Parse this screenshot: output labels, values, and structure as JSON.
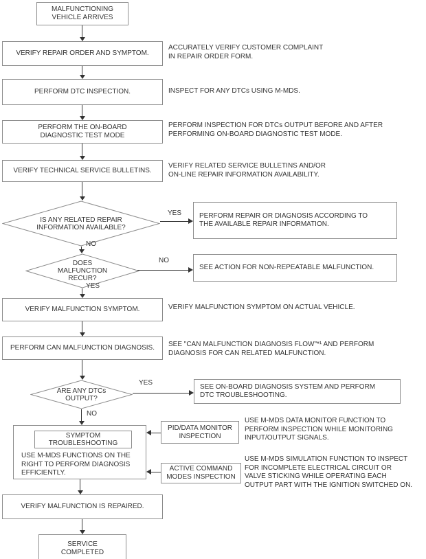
{
  "colors": {
    "border": "#8c8c8c",
    "line": "#333333",
    "text": "#333333",
    "bg": "#ffffff"
  },
  "flow": {
    "nodes": {
      "start": "MALFUNCTIONING\nVEHICLE ARRIVES",
      "verify_repair_order": "VERIFY REPAIR ORDER AND SYMPTOM.",
      "perform_dtc_inspection": "PERFORM DTC INSPECTION.",
      "on_board_test": "PERFORM THE ON-BOARD\nDIAGNOSTIC TEST MODE",
      "verify_bulletins": "VERIFY TECHNICAL SERVICE BULLETINS.",
      "decision_repair_info": "IS ANY RELATED REPAIR\nINFORMATION AVAILABLE?",
      "decision_recur": "DOES\nMALFUNCTION\nRECUR?",
      "verify_symptom": "VERIFY MALFUNCTION SYMPTOM.",
      "can_diagnosis": "PERFORM CAN MALFUNCTION DIAGNOSIS.",
      "decision_dtcs": "ARE ANY DTCs\nOUTPUT?",
      "symptom_troubleshooting_title": "SYMPTOM\nTROUBLESHOOTING",
      "symptom_troubleshooting_body": "USE M-MDS FUNCTIONS ON THE\nRIGHT TO PERFORM DIAGNOSIS\nEFFICIENTLY.",
      "pid_monitor": "PID/DATA MONITOR\nINSPECTION",
      "active_command": "ACTIVE COMMAND\nMODES INSPECTION",
      "repair_per_info": "PERFORM REPAIR OR DIAGNOSIS ACCORDING TO\nTHE AVAILABLE REPAIR INFORMATION.",
      "non_repeatable": "SEE ACTION FOR NON-REPEATABLE MALFUNCTION.",
      "dtc_troubleshooting": "SEE ON-BOARD DIAGNOSIS SYSTEM AND PERFORM\nDTC TROUBLESHOOTING.",
      "verify_repaired": "VERIFY MALFUNCTION IS REPAIRED.",
      "end": "SERVICE\nCOMPLETED"
    },
    "notes": {
      "repair_order": "ACCURATELY VERIFY CUSTOMER COMPLAINT\nIN REPAIR ORDER FORM.",
      "dtc_inspection": "INSPECT FOR ANY DTCs USING M-MDS.",
      "on_board_test": "PERFORM INSPECTION FOR DTCs OUTPUT BEFORE AND AFTER\nPERFORMING ON-BOARD DIAGNOSTIC TEST MODE.",
      "bulletins": "VERIFY RELATED SERVICE BULLETINS AND/OR\nON-LINE REPAIR INFORMATION AVAILABILITY.",
      "verify_symptom": "VERIFY MALFUNCTION SYMPTOM ON ACTUAL VEHICLE.",
      "can_diagnosis": "SEE \"CAN MALFUNCTION DIAGNOSIS FLOW\"*¹ AND PERFORM\nDIAGNOSIS FOR CAN RELATED MALFUNCTION.",
      "pid_monitor": "USE M-MDS DATA MONITOR FUNCTION TO\nPERFORM INSPECTION WHILE MONITORING\nINPUT/OUTPUT SIGNALS.",
      "active_command": "USE M-MDS SIMULATION FUNCTION TO INSPECT\nFOR INCOMPLETE ELECTRICAL CIRCUIT OR\nVALVE STICKING WHILE OPERATING EACH\nOUTPUT PART WITH THE IGNITION SWITCHED ON."
    },
    "labels": {
      "yes1": "YES",
      "no1": "NO",
      "no2": "NO",
      "yes2": "YES",
      "yes3": "YES",
      "no3": "NO"
    }
  }
}
